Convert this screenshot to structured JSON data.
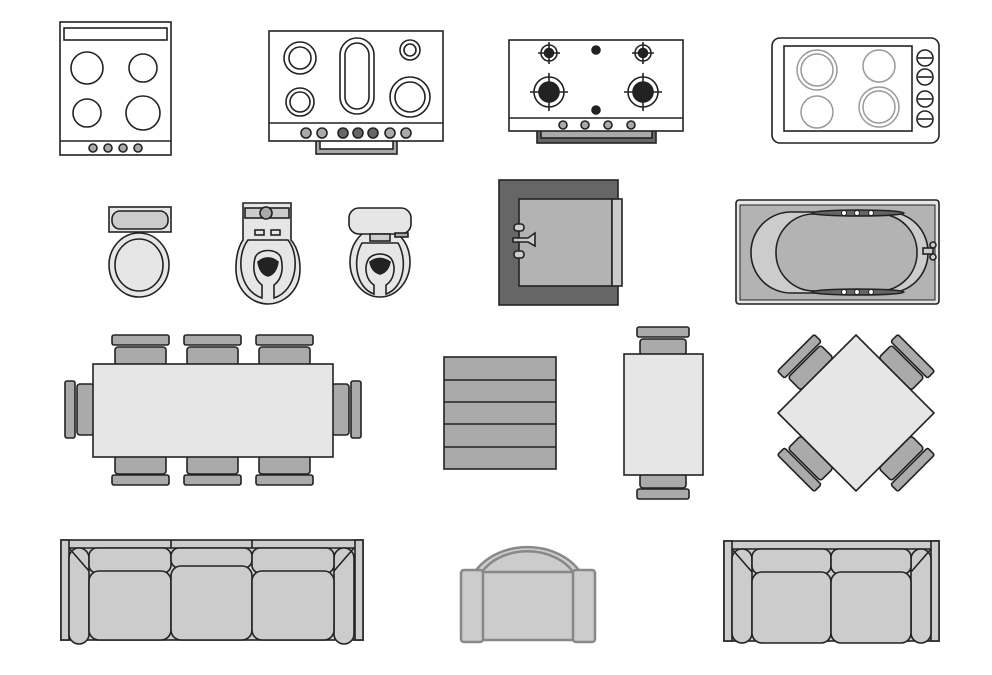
{
  "colors": {
    "stroke": "#222222",
    "light_fill": "#e6e6e6",
    "mid_fill": "#cccccc",
    "gray_fill": "#aaaaaa",
    "dark_fill": "#666666",
    "armchair_stroke": "#888888"
  },
  "items": [
    {
      "name": "electric-stove-4-burner"
    },
    {
      "name": "stove-5-burner"
    },
    {
      "name": "gas-stove"
    },
    {
      "name": "cooktop"
    },
    {
      "name": "toilet-1"
    },
    {
      "name": "toilet-2"
    },
    {
      "name": "toilet-3"
    },
    {
      "name": "shower-stall"
    },
    {
      "name": "bathtub"
    },
    {
      "name": "dining-table-8-seat"
    },
    {
      "name": "stairs"
    },
    {
      "name": "table-2-seat"
    },
    {
      "name": "square-table-4-seat"
    },
    {
      "name": "sofa-3-seat"
    },
    {
      "name": "armchair"
    },
    {
      "name": "sofa-2-seat"
    }
  ]
}
